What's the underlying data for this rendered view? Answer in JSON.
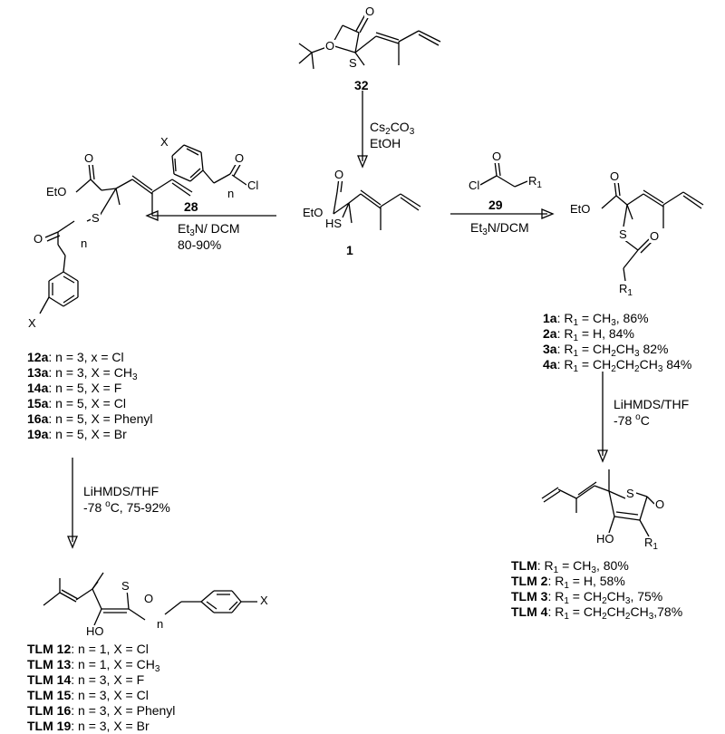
{
  "compounds": {
    "c32": "32",
    "c1": "1",
    "c28": "28",
    "c29": "29"
  },
  "reagents": {
    "top_1": "Cs",
    "top_1_sub": "2",
    "top_1_b": "CO",
    "top_1_sub2": "3",
    "top_2": "EtOH",
    "left_1a": "Et",
    "left_1a_sub": "3",
    "left_1b": "N/ DCM",
    "left_2": "80-90%",
    "right_1a": "Et",
    "right_1a_sub": "3",
    "right_1b": "N/DCM",
    "bottom_left_1": "LiHMDS/THF",
    "bottom_left_2a": "-78 ",
    "bottom_left_2_sup": "o",
    "bottom_left_2b": "C, 75-92%",
    "bottom_right_1": "LiHMDS/THF",
    "bottom_right_2a": "-78 ",
    "bottom_right_2_sup": "o",
    "bottom_right_2b": "C"
  },
  "atoms": {
    "O": "O",
    "S": "S",
    "X": "X",
    "Cl": "Cl",
    "EtO": "EtO",
    "HS": "HS",
    "HO": "HO",
    "n": "n",
    "R": "R",
    "R_sub": "1"
  },
  "left_list": [
    {
      "id": "12a",
      "text": ": n = 3, x = Cl"
    },
    {
      "id": "13a",
      "text": ": n = 3, X = CH",
      "sub": "3"
    },
    {
      "id": "14a",
      "text": ": n = 5, X = F"
    },
    {
      "id": "15a",
      "text": ": n = 5, X = Cl"
    },
    {
      "id": "16a",
      "text": ": n = 5, X = Phenyl"
    },
    {
      "id": "19a",
      "text": ": n = 5, X = Br"
    }
  ],
  "right_list": [
    {
      "id": "1a",
      "text": ": R",
      "sub": "1",
      "rest": " = CH",
      "sub2": "3",
      "rest2": ", 86%"
    },
    {
      "id": "2a",
      "text": ": R",
      "sub": "1",
      "rest": " = H, 84%",
      "sub2": "",
      "rest2": ""
    },
    {
      "id": "3a",
      "text": ": R",
      "sub": "1",
      "rest": " = CH",
      "sub2": "2",
      "rest2": "CH",
      "sub3": "3",
      "rest3": " 82%"
    },
    {
      "id": "4a",
      "text": ": R",
      "sub": "1",
      "rest": " = CH",
      "sub2": "2",
      "rest2": "CH",
      "sub3": "2",
      "rest3": "CH",
      "sub4": "3",
      "rest4": " 84%"
    }
  ],
  "tlm_left": [
    {
      "id": "TLM 12",
      "text": ": n = 1, X = Cl"
    },
    {
      "id": "TLM 13",
      "text": ": n = 1, X = CH",
      "sub": "3"
    },
    {
      "id": "TLM 14",
      "text": ": n = 3, X = F"
    },
    {
      "id": "TLM 15",
      "text": ": n = 3, X = Cl"
    },
    {
      "id": "TLM 16",
      "text": ": n = 3, X = Phenyl"
    },
    {
      "id": "TLM 19",
      "text": ": n = 3, X = Br"
    }
  ],
  "tlm_right": [
    {
      "id": "TLM",
      "a": ": R",
      "s1": "1",
      "b": " = CH",
      "s2": "3",
      "c": ", 80%"
    },
    {
      "id": "TLM 2",
      "a": ": R",
      "s1": "1",
      "b": " = H, 58%",
      "s2": "",
      "c": ""
    },
    {
      "id": "TLM 3",
      "a": ": R",
      "s1": "1",
      "b": " = CH",
      "s2": "2",
      "c": "CH",
      "s3": "3",
      "d": ", 75%"
    },
    {
      "id": "TLM 4",
      "a": ": R",
      "s1": "1",
      "b": " = CH",
      "s2": "2",
      "c": "CH",
      "s3": "2",
      "d": "CH",
      "s4": "3",
      "e": ",78%"
    }
  ]
}
